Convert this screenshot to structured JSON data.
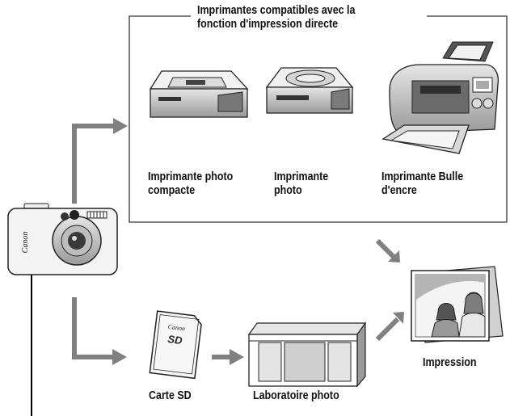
{
  "printers_box": {
    "heading": "Imprimantes compatibles avec la\nfonction d'impression directe",
    "items": [
      {
        "label": "Imprimante photo\ncompacte",
        "icon": "compact-photo-printer-icon"
      },
      {
        "label": "Imprimante\nphoto",
        "icon": "photo-printer-icon"
      },
      {
        "label": "Imprimante Bulle\nd'encre",
        "icon": "bubble-jet-printer-icon"
      }
    ]
  },
  "camera": {
    "brand": "Canon",
    "icon": "digital-camera-icon"
  },
  "sd_card": {
    "label": "Carte SD",
    "brand": "Canon",
    "logo": "SD",
    "icon": "sd-card-icon"
  },
  "lab": {
    "label": "Laboratoire photo",
    "icon": "photo-lab-building-icon"
  },
  "output": {
    "label": "Impression",
    "icon": "printed-photo-icon"
  },
  "colors": {
    "arrow": "#808080",
    "line": "#000000",
    "box_border": "#333333"
  }
}
